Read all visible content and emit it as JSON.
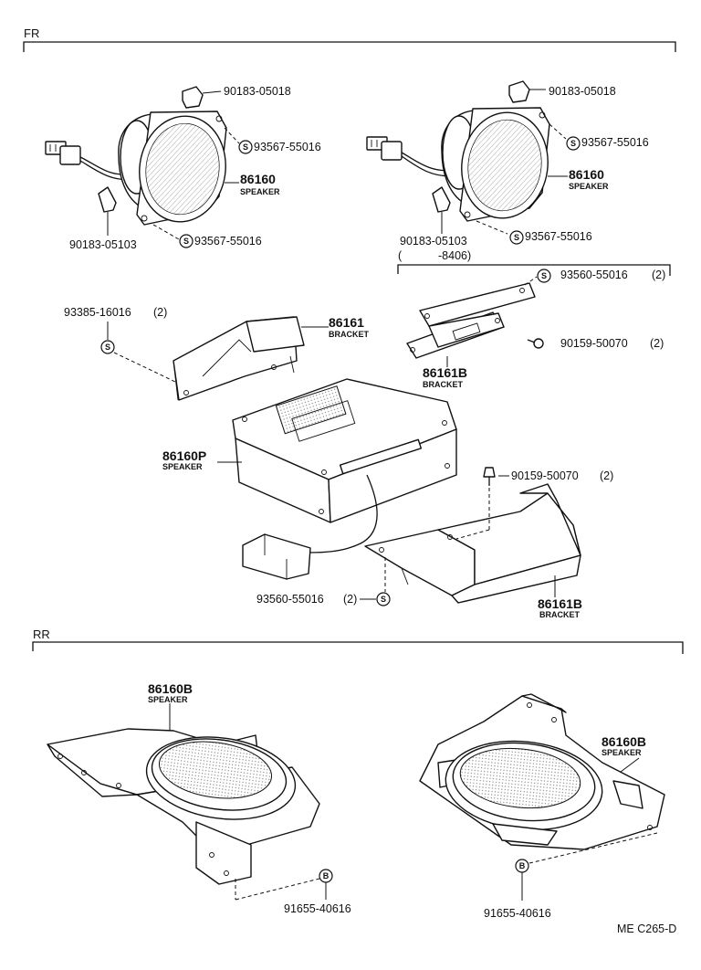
{
  "sections": {
    "fr": "FR",
    "rr": "RR"
  },
  "fr_left": {
    "clip_top": "90183-05018",
    "screw_upper": "93567-55016",
    "speaker_num": "86160",
    "speaker_label": "SPEAKER",
    "clip_bottom": "90183-05103",
    "screw_lower": "93567-55016",
    "screw_symbol": "S"
  },
  "fr_right": {
    "clip_top": "90183-05018",
    "screw_upper": "93567-55016",
    "speaker_num": "86160",
    "speaker_label": "SPEAKER",
    "clip_bottom": "90183-05103",
    "screw_lower": "93567-55016",
    "screw_symbol": "S"
  },
  "date_note": {
    "open": "(",
    "text": "-8406)"
  },
  "bracket_a": {
    "screw": "93385-16016",
    "screw_qty": "(2)",
    "num": "86161",
    "label": "BRACKET"
  },
  "bracket_b": {
    "screw": "93560-55016",
    "screw_qty": "(2)",
    "bolt": "90159-50070",
    "bolt_qty": "(2)",
    "num": "86161B",
    "label": "BRACKET"
  },
  "box_speaker": {
    "num": "86160P",
    "label": "SPEAKER"
  },
  "bracket_c": {
    "bolt": "90159-50070",
    "bolt_qty": "(2)",
    "screw": "93560-55016",
    "screw_qty": "(2)",
    "num": "86161B",
    "label": "BRACKET"
  },
  "rr_left": {
    "num": "86160B",
    "label": "SPEAKER",
    "bolt": "91655-40616",
    "bolt_symbol": "B"
  },
  "rr_right": {
    "num": "86160B",
    "label": "SPEAKER",
    "bolt": "91655-40616",
    "bolt_symbol": "B"
  },
  "figure_code": "ME C265-D"
}
